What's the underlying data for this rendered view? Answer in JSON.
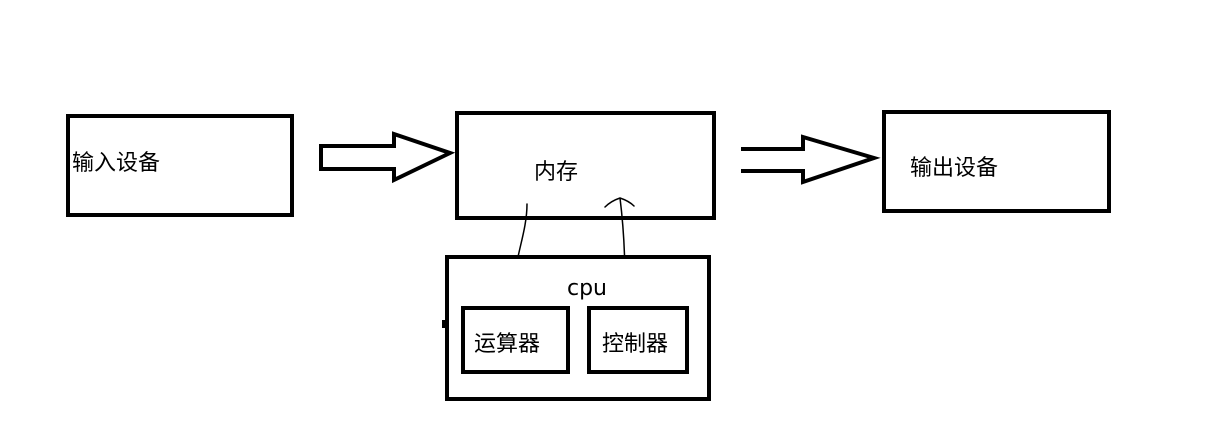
{
  "diagram": {
    "nodes": {
      "input_device": "输入设备",
      "memory": "内存",
      "output_device": "输出设备",
      "cpu": "cpu",
      "alu": "运算器",
      "controller": "控制器"
    },
    "edges": [
      {
        "from": "input_device",
        "to": "memory",
        "style": "hollow-block-arrow"
      },
      {
        "from": "memory",
        "to": "output_device",
        "style": "hollow-block-arrow"
      },
      {
        "from": "memory",
        "to": "cpu",
        "style": "hand-drawn-line"
      },
      {
        "from": "cpu",
        "to": "memory",
        "style": "hand-drawn-line"
      }
    ],
    "colors": {
      "stroke": "#000000",
      "background": "#ffffff"
    }
  }
}
